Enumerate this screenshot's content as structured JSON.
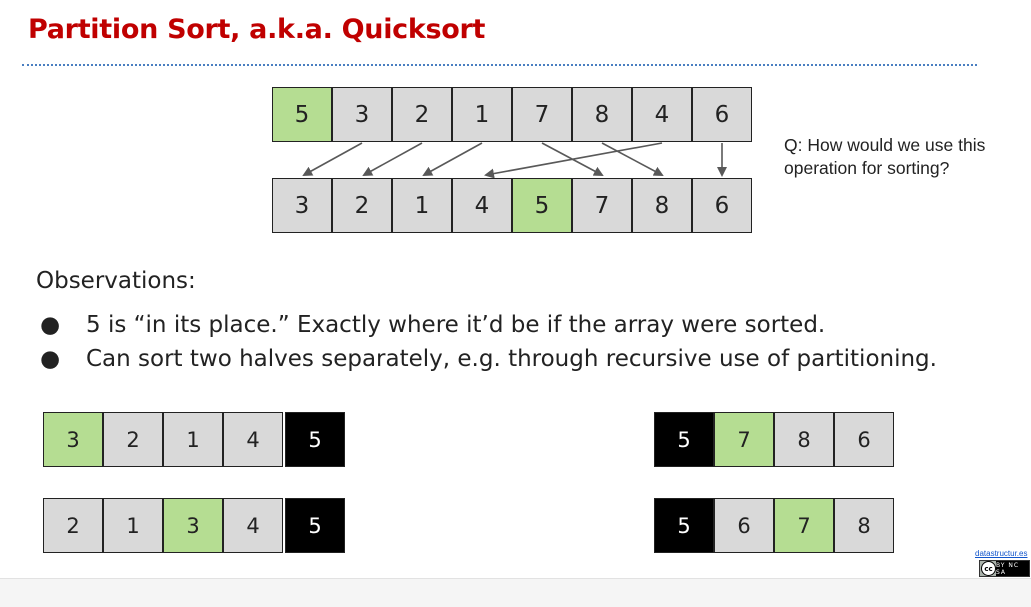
{
  "title": "Partition Sort, a.k.a. Quicksort",
  "top_array": [
    "5",
    "3",
    "2",
    "1",
    "7",
    "8",
    "4",
    "6"
  ],
  "partitioned_array": [
    "3",
    "2",
    "1",
    "4",
    "5",
    "7",
    "8",
    "6"
  ],
  "question": "Q: How would we use this operation for sorting?",
  "observations_heading": "Observations:",
  "bullet_symbol": "●",
  "observations": [
    "5 is “in its place.” Exactly where it’d be if the array were sorted.",
    "Can sort two halves separately, e.g. through recursive use of partitioning."
  ],
  "left_row1": [
    "3",
    "2",
    "1",
    "4",
    "5"
  ],
  "left_row2": [
    "2",
    "1",
    "3",
    "4",
    "5"
  ],
  "right_row1": [
    "5",
    "7",
    "8",
    "6"
  ],
  "right_row2": [
    "5",
    "6",
    "7",
    "8"
  ],
  "credit": "datastructur.es",
  "license_badge": "BY NC SA",
  "colors": {
    "pivot": "#b5dd92",
    "done": "#000000",
    "cell": "#d9d9d9",
    "title": "#c00000"
  }
}
